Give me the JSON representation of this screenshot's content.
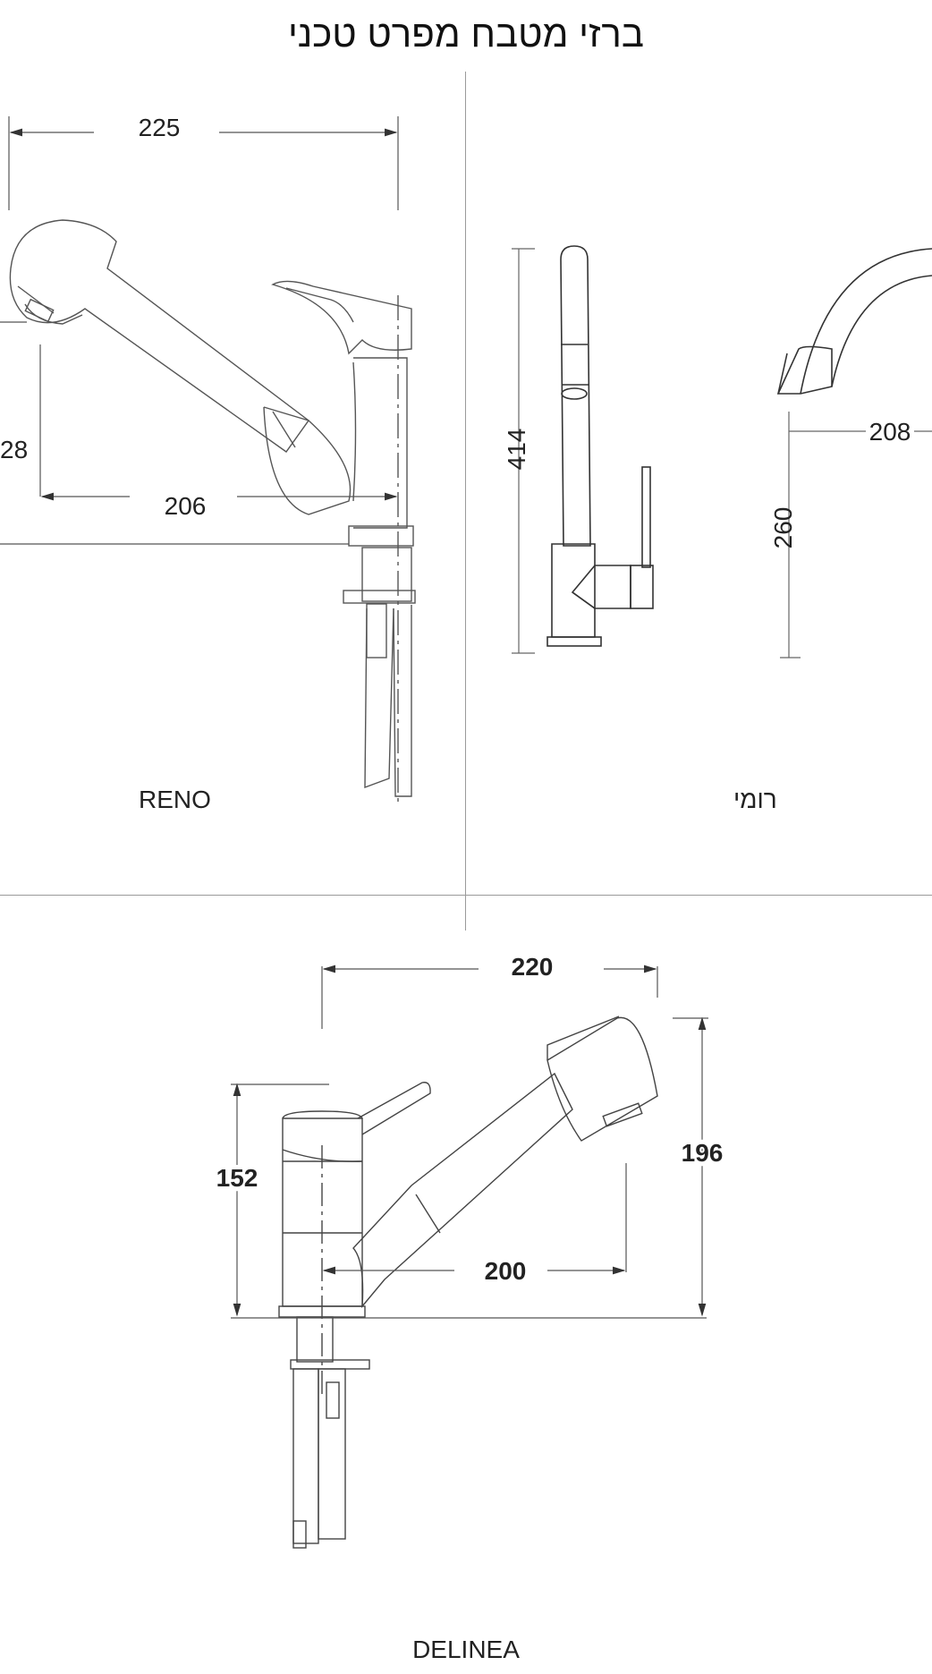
{
  "title": "ברזי מטבח מפרט טכני",
  "models": {
    "reno": {
      "name": "RENO",
      "dims": {
        "total_width": "225",
        "spout_reach": "206",
        "height_partial": "28"
      }
    },
    "romi": {
      "name": "רומי",
      "dims": {
        "total_height": "414",
        "spout_reach": "208",
        "spout_height": "260"
      }
    },
    "delinea": {
      "name": "DELINEA",
      "dims": {
        "total_width": "220",
        "body_height": "152",
        "total_height": "196",
        "spout_reach": "200"
      }
    }
  },
  "colors": {
    "line": "#444444",
    "dimension_line": "#555555",
    "divider": "#9a9a9a"
  }
}
